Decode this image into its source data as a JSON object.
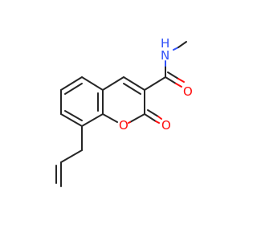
{
  "structure": {
    "atoms": {
      "amide_n": "N",
      "amide_h": "H",
      "amide_o": "O",
      "ring_o": "O",
      "lactone_o": "O"
    },
    "colors": {
      "bond": "#262626",
      "oxygen": "#ff0d0d",
      "nitrogen": "#3050f8"
    }
  }
}
